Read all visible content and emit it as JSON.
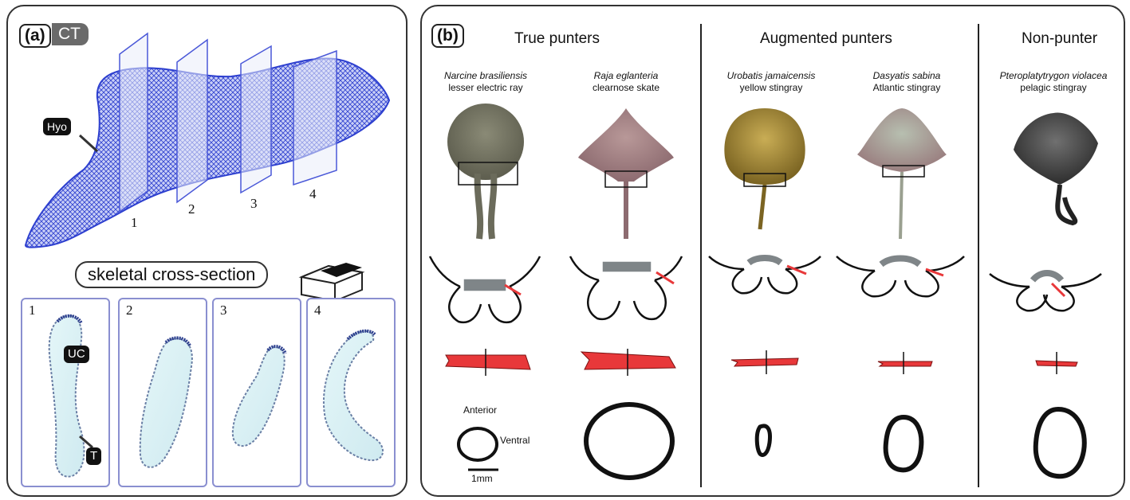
{
  "panel_a": {
    "label": "(a)",
    "tag": "CT",
    "hyo_label": "Hyo",
    "plane_numbers": [
      "1",
      "2",
      "3",
      "4"
    ],
    "cross_section_label": "skeletal cross-section",
    "section_numbers": [
      "1",
      "2",
      "3",
      "4"
    ],
    "uc_label": "UC",
    "t_label": "T"
  },
  "panel_b": {
    "label": "(b)",
    "groups": [
      "True punters",
      "Augmented punters",
      "Non-punter"
    ],
    "species": [
      {
        "latin": "Narcine brasiliensis",
        "common": "lesser electric ray"
      },
      {
        "latin": "Raja eglanteria",
        "common": "clearnose skate"
      },
      {
        "latin": "Urobatis jamaicensis",
        "common": "yellow stingray"
      },
      {
        "latin": "Dasyatis sabina",
        "common": "Atlantic stingray"
      },
      {
        "latin": "Pteroplatytrygon violacea",
        "common": "pelagic stingray"
      }
    ],
    "anterior_label": "Anterior",
    "ventral_label": "Ventral",
    "scale_label": "1mm"
  },
  "colors": {
    "mesh_blue": "#2d3fcf",
    "section_fill": "#dff3f6",
    "muscle_red": "#e8383a",
    "skeleton_gray": "#7f8588"
  }
}
